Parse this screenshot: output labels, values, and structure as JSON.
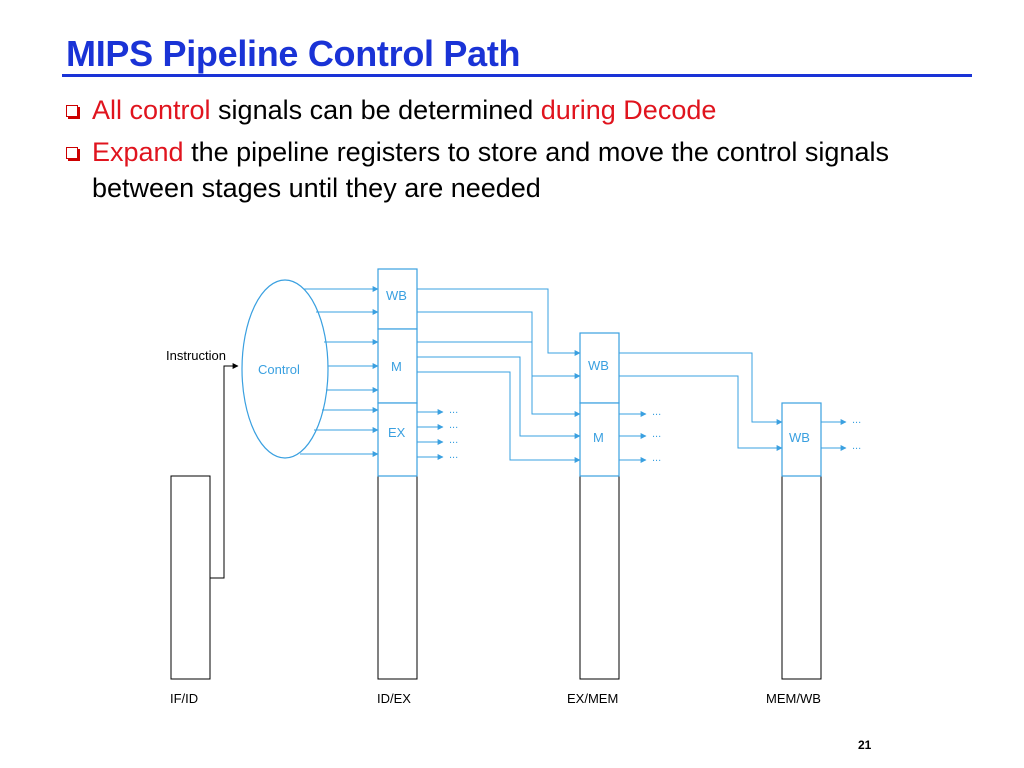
{
  "slide": {
    "title": "MIPS Pipeline Control Path",
    "page_number": "21",
    "bullets": [
      {
        "parts": [
          {
            "text": "All control",
            "red": true
          },
          {
            "text": " signals can be determined ",
            "red": false
          },
          {
            "text": "during Decode",
            "red": true
          }
        ]
      },
      {
        "parts": [
          {
            "text": "Expand",
            "red": true
          },
          {
            "text": " the pipeline registers to store and move the control signals between stages until they are needed",
            "red": false
          }
        ]
      }
    ]
  },
  "diagram": {
    "input_label": "Instruction",
    "control_label": "Control",
    "idex_fields": [
      "WB",
      "M",
      "EX"
    ],
    "exmem_fields": [
      "WB",
      "M"
    ],
    "memwb_fields": [
      "WB"
    ],
    "register_labels": [
      "IF/ID",
      "ID/EX",
      "EX/MEM",
      "MEM/WB"
    ],
    "ellipsis": "...",
    "colors": {
      "title": "#1a33d6",
      "accent_red": "#e0141e",
      "wire": "#3aa0e0",
      "box_stroke": "#000000"
    }
  }
}
